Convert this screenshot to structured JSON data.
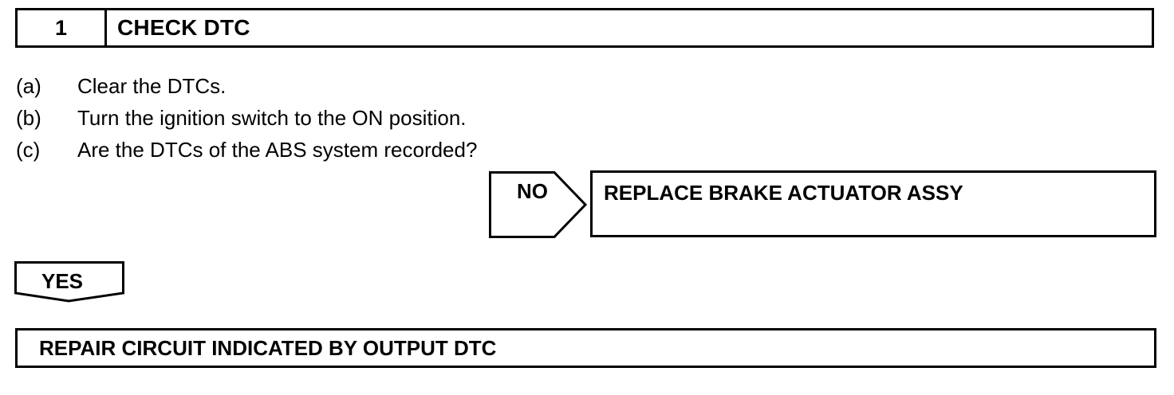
{
  "step": {
    "number": "1",
    "title": "CHECK DTC"
  },
  "instructions": [
    {
      "letter": "(a)",
      "text": "Clear the DTCs."
    },
    {
      "letter": "(b)",
      "text": "Turn the ignition switch to the ON position."
    },
    {
      "letter": "(c)",
      "text": "Are the DTCs of the ABS system recorded?"
    }
  ],
  "branches": {
    "no": {
      "label": "NO",
      "result": "REPLACE BRAKE ACTUATOR ASSY"
    },
    "yes": {
      "label": "YES",
      "result": "REPAIR CIRCUIT INDICATED BY OUTPUT DTC"
    }
  }
}
